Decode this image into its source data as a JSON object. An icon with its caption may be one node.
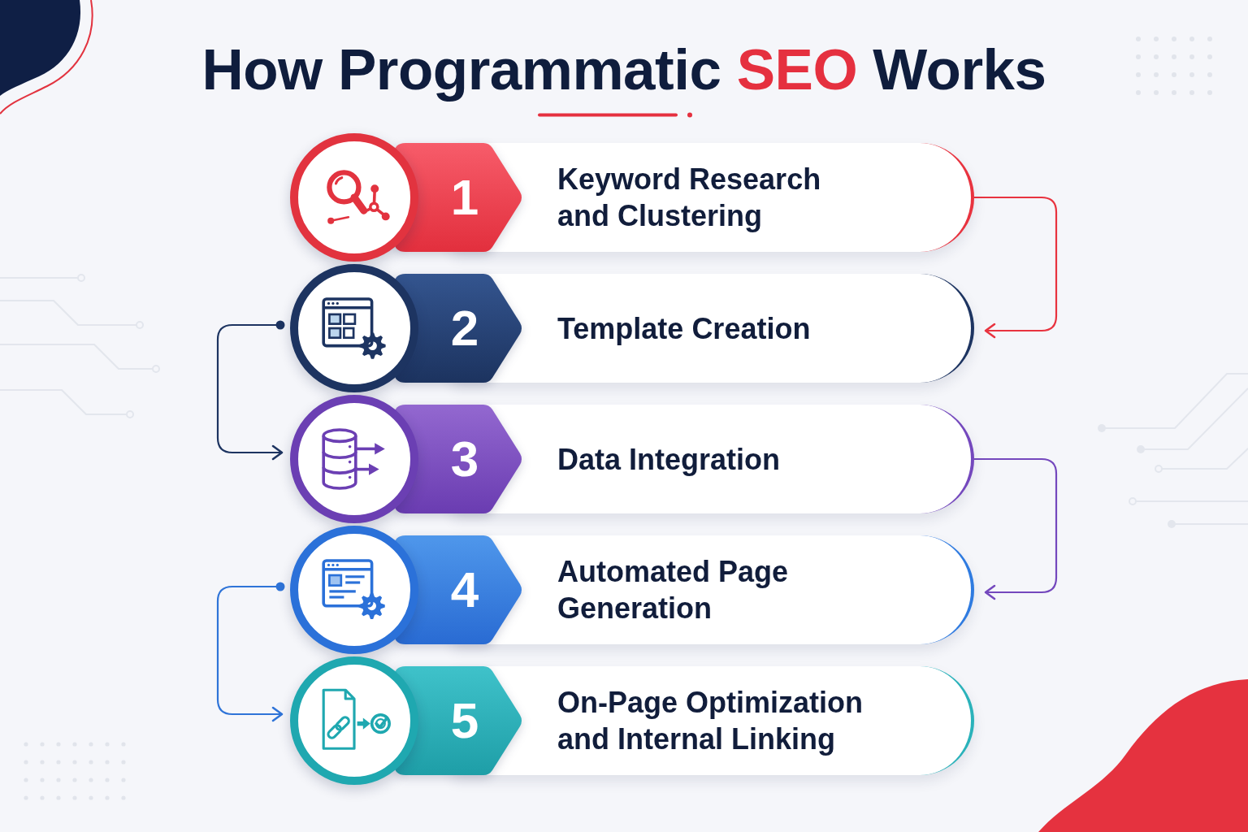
{
  "diagram": {
    "title": "How Programmatic **SEO** Works",
    "nodes": [
      {
        "text": [
          "1",
          "Keyword Research and Clustering"
        ]
      },
      {
        "text": [
          "2",
          "Template Creation"
        ]
      },
      {
        "text": [
          "3",
          "Data Integration"
        ]
      },
      {
        "text": [
          "4",
          "Automated Page Generation"
        ]
      },
      {
        "text": [
          "5",
          "On-Page Optimization and Internal Linking"
        ]
      }
    ],
    "edges": [
      {
        "from": 0,
        "to": 1,
        "arrow": "to",
        "color": "#e8333f"
      },
      {
        "from": 1,
        "to": 2,
        "arrow": "to",
        "color": "#1d3461"
      },
      {
        "from": 2,
        "to": 3,
        "arrow": "to",
        "color": "#7448bd"
      },
      {
        "from": 3,
        "to": 4,
        "arrow": "to",
        "color": "#2f74d8"
      }
    ]
  }
}
